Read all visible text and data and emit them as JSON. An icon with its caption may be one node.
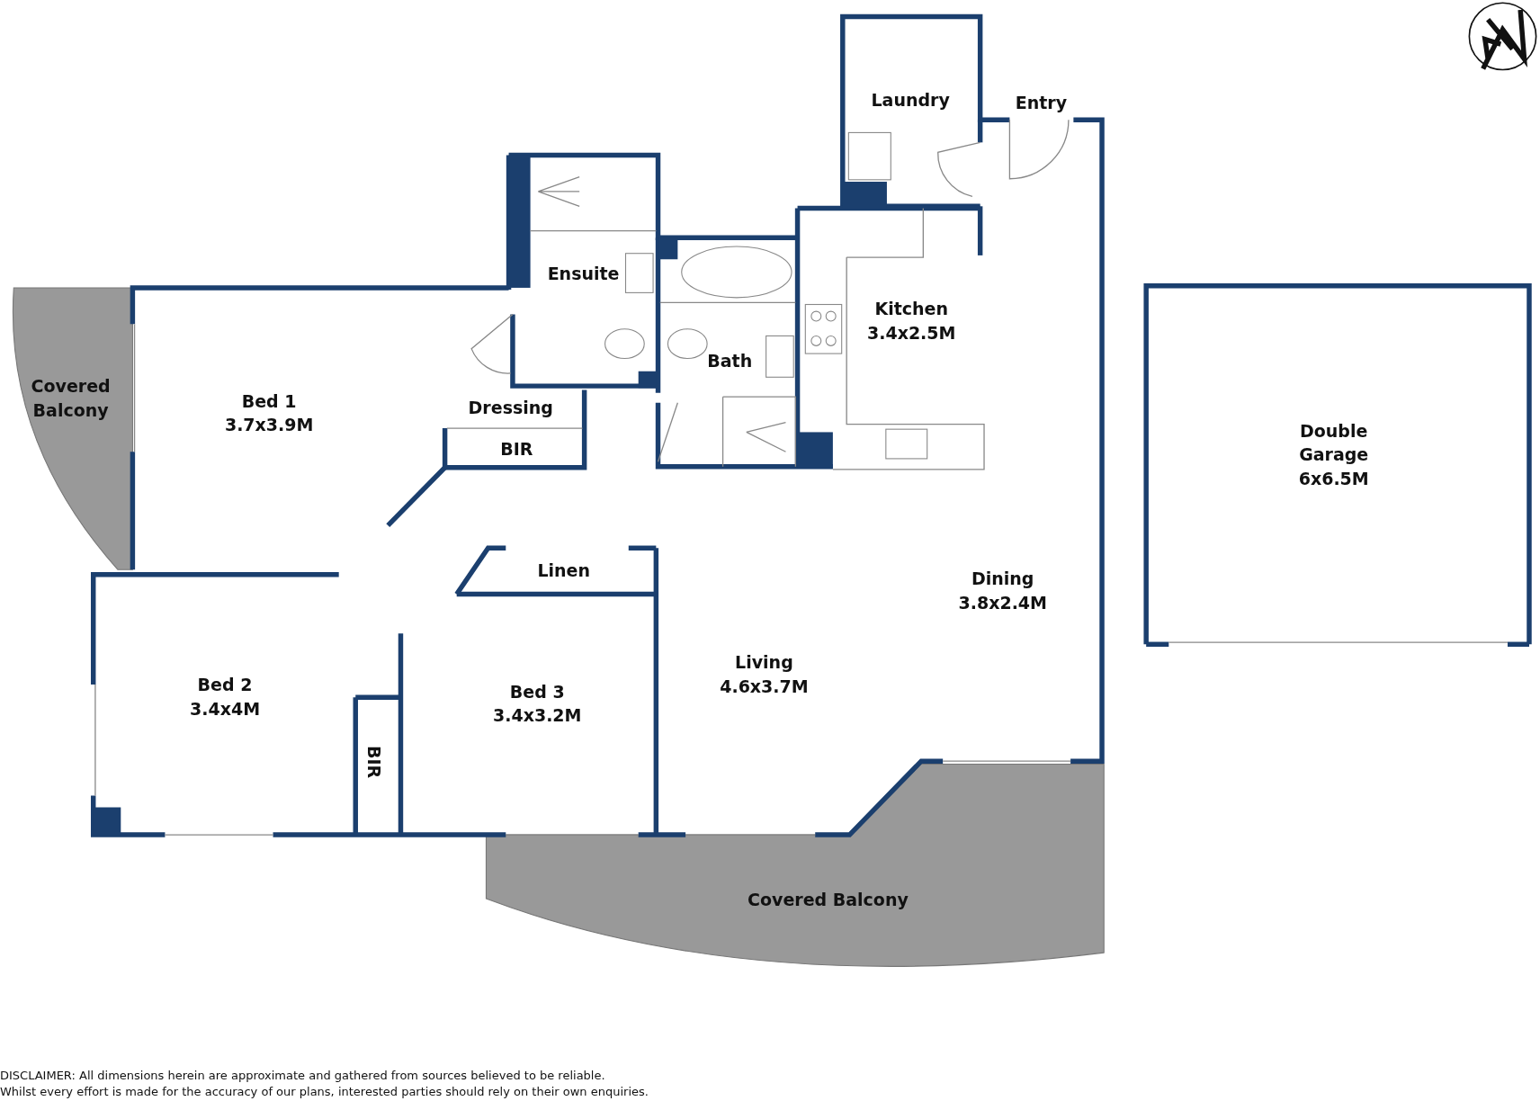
{
  "diagram": {
    "nodes": [
      {
        "text": [
          "Laundry"
        ]
      },
      {
        "text": [
          "Entry"
        ]
      },
      {
        "text": [
          "Ensuite"
        ]
      },
      {
        "text": [
          "Kitchen",
          "3.4x2.5M"
        ]
      },
      {
        "text": [
          "Bath"
        ]
      },
      {
        "text": [
          "Covered Balcony"
        ]
      },
      {
        "text": [
          "Bed 1",
          "3.7x3.9M"
        ]
      },
      {
        "text": [
          "Dressing"
        ]
      },
      {
        "text": [
          "BIR"
        ]
      },
      {
        "text": [
          "Double Garage",
          "6x6.5M"
        ]
      },
      {
        "text": [
          "Dining",
          "3.8x2.4M"
        ]
      },
      {
        "text": [
          "Linen"
        ]
      },
      {
        "text": [
          "Living",
          "4.6x3.7M"
        ]
      },
      {
        "text": [
          "Bed 2",
          "3.4x4M"
        ]
      },
      {
        "text": [
          "Bed 3",
          "3.4x3.2M"
        ]
      },
      {
        "text": [
          "BIR"
        ]
      },
      {
        "text": [
          "Covered Balcony"
        ]
      }
    ],
    "labels": [
      "DISCLAIMER:  All dimensions herein are approximate and gathered from sources believed to be reliable.",
      "Whilst every effort is made for the accuracy of our plans, interested parties should rely on their own enquiries."
    ]
  }
}
